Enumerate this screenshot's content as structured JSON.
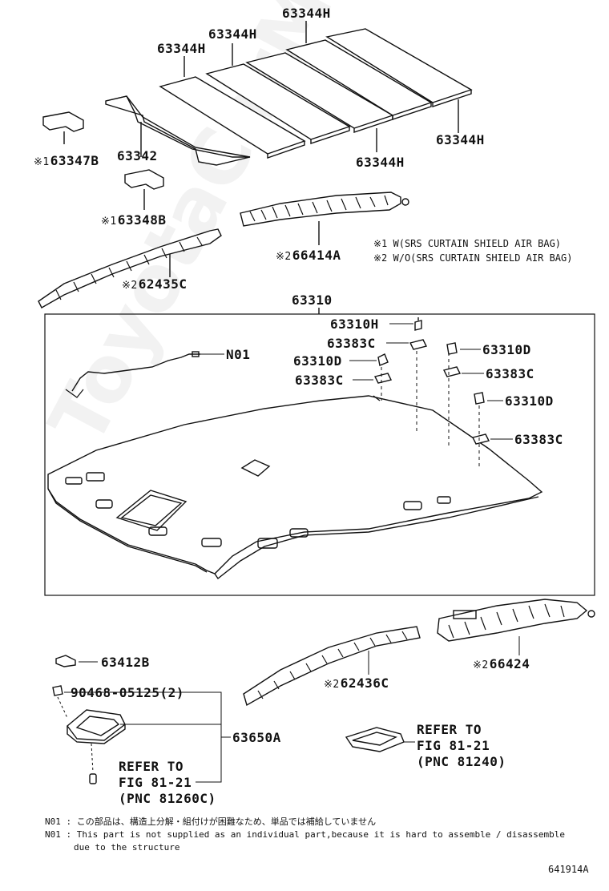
{
  "watermark": "ToyotaCarMine.ru",
  "labels": {
    "p63344H_a": "63344H",
    "p63344H_b": "63344H",
    "p63344H_c": "63344H",
    "p63344H_d": "63344H",
    "p63344H_e": "63344H",
    "p63347B": "63347B",
    "p63342": "63342",
    "p63348B": "63348B",
    "p66414A": "66414A",
    "p62435C": "62435C",
    "p63310": "63310",
    "p63310H": "63310H",
    "p63383C_a": "63383C",
    "p63310D_a": "63310D",
    "p63310D_b": "63310D",
    "p63383C_b": "63383C",
    "p63383C_c": "63383C",
    "p63310D_c": "63310D",
    "p63383C_d": "63383C",
    "pN01": "N01",
    "p63412B": "63412B",
    "p62436C": "62436C",
    "p66424": "66424",
    "p90468": "90468-05125(2)",
    "p63650A": "63650A"
  },
  "markers": {
    "m1": "※1",
    "m2": "※2"
  },
  "legend": {
    "line1": "※1 W(SRS CURTAIN SHIELD AIR BAG)",
    "line2": "※2 W/O(SRS CURTAIN SHIELD AIR BAG)"
  },
  "refer_a": {
    "line1": "REFER TO",
    "line2": "FIG 81-21",
    "line3": "(PNC 81240)"
  },
  "refer_b": {
    "line1": "REFER TO",
    "line2": "FIG 81-21",
    "line3": "(PNC 81260C)"
  },
  "footnote": {
    "jp_prefix": "N01 :",
    "jp_text": "この部品は、構造上分解・組付けが困難なため、単品では補給していません",
    "en_prefix": "N01 :",
    "en_text": "This part is not supplied as an individual part,because it is hard to assemble / disassemble",
    "en_text2": "due to the structure"
  },
  "figure_id": "641914A"
}
